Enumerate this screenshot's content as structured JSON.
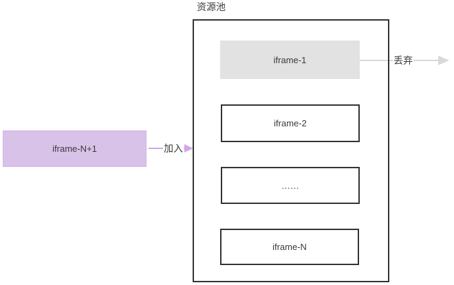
{
  "pool": {
    "title": "资源池",
    "items": [
      {
        "label": "iframe-1"
      },
      {
        "label": "iframe-2"
      },
      {
        "label": "……"
      },
      {
        "label": "iframe-N"
      }
    ]
  },
  "incoming": {
    "label": "iframe-N+1"
  },
  "arrows": {
    "join": {
      "label": "加入"
    },
    "discard": {
      "label": "丢弃"
    }
  },
  "colors": {
    "box_border": "#333333",
    "text": "#3a3a3a",
    "discarded_item_fill": "#e2e2e2",
    "incoming_item_fill": "#d9c2e8",
    "join_arrow": "#d2a7e8",
    "discard_arrow": "#d9d9d9",
    "background": "#ffffff"
  }
}
